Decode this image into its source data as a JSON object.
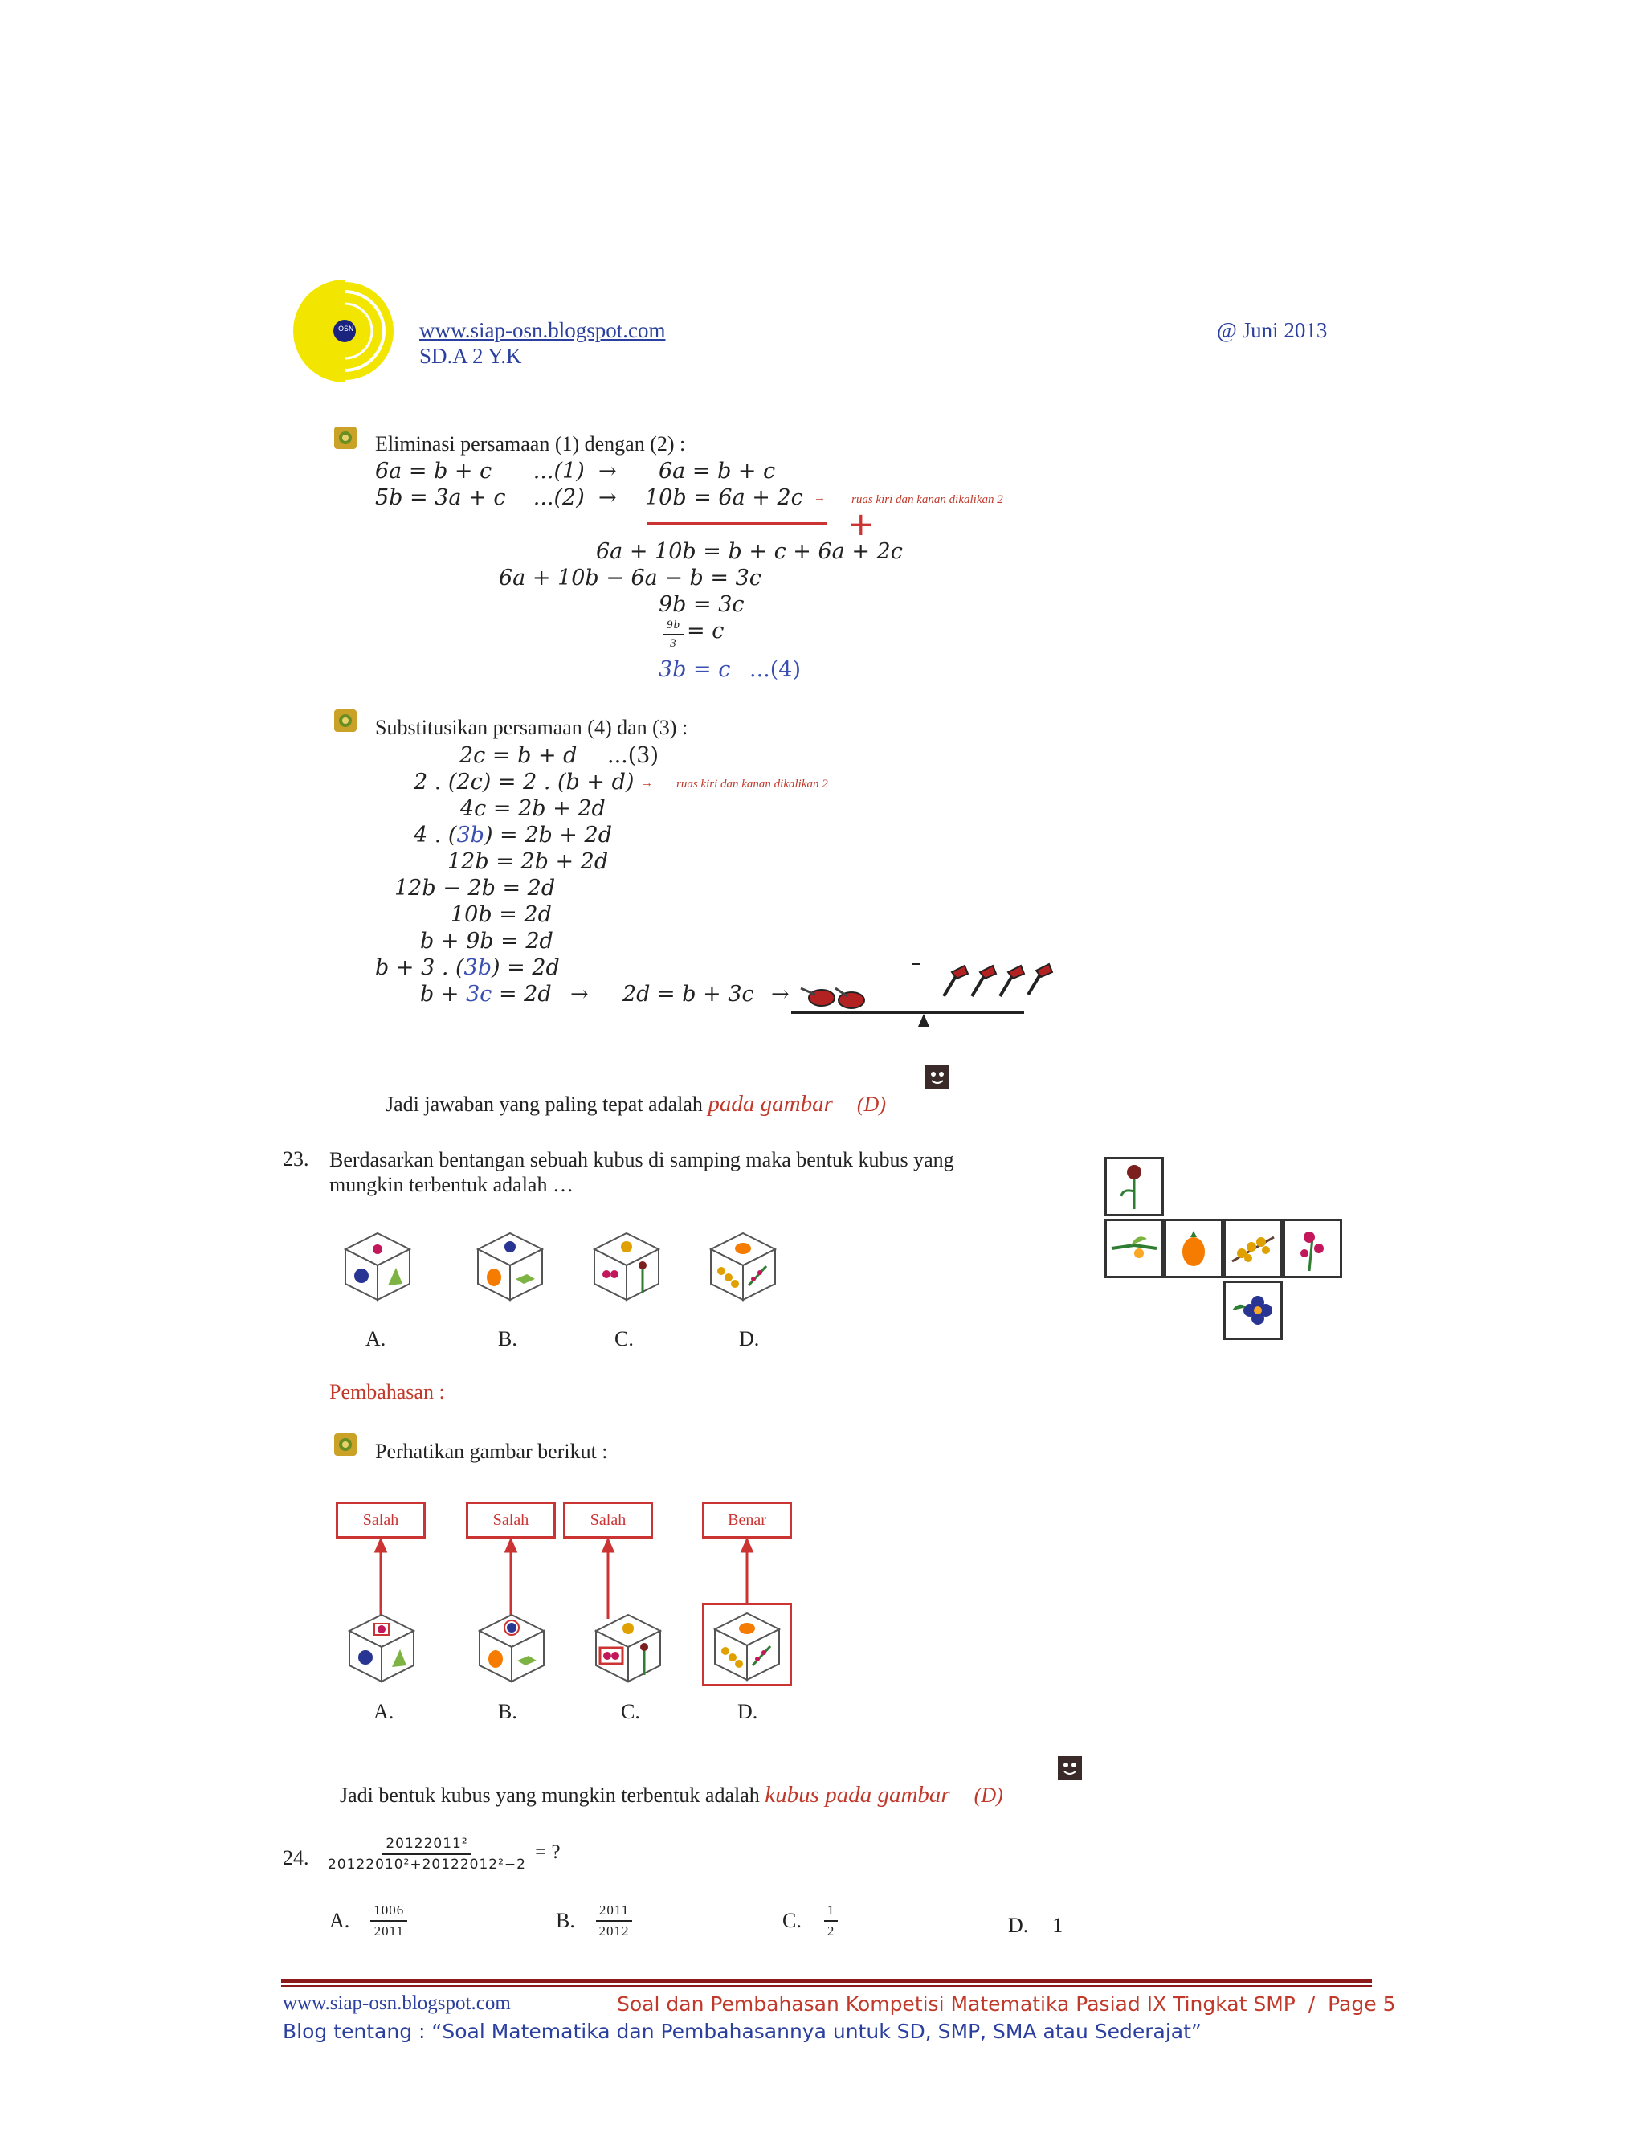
{
  "header": {
    "url": "www.siap-osn.blogspot.com",
    "subtitle": "SD.A 2 Y.K",
    "date": "@ Juni 2013",
    "logo_text": "OSN"
  },
  "section1": {
    "intro": "Eliminasi persamaan (1) dengan (2) :",
    "lines": [
      "6a = b + c      ...(1)",
      "5b = 3a + c    ...(2)"
    ],
    "arrow": "→",
    "rhs": [
      "6a = b + c",
      "10b = 6a + 2c"
    ],
    "note": "ruas kiri dan kanan dikalikan 2",
    "note_arrow": "→",
    "plus": "+",
    "steps": [
      "6a + 10b = b + c + 6a + 2c",
      "6a + 10b − 6a − b = 3c",
      "9b = 3c"
    ],
    "frac_num": "9b",
    "frac_den": "3",
    "frac_rhs": "= c",
    "result": "3b = c",
    "result_tag": "...(4)"
  },
  "section2": {
    "intro": "Substitusikan persamaan (4) dan (3) :",
    "lines": [
      {
        "text": "2c = b + d",
        "tag": "...(3)"
      },
      {
        "pre": "2 . (2c) = 2 . (b + d)",
        "note": "ruas kiri dan kanan dikalikan 2"
      },
      {
        "text": "4c = 2b + 2d"
      },
      {
        "pre": "4 . (",
        "blue": "3b",
        "post": ") = 2b + 2d"
      },
      {
        "text": "12b = 2b + 2d"
      },
      {
        "text": "12b − 2b = 2d"
      },
      {
        "text": "10b = 2d"
      },
      {
        "text": "b + 9b = 2d"
      },
      {
        "pre": "b + 3 . (",
        "blue": "3b",
        "post": ") = 2d"
      },
      {
        "pre": "b + ",
        "blue": "3c",
        "post": " = 2d"
      }
    ],
    "final_rhs": "2d = b + 3c",
    "conclusion": "Jadi jawaban yang paling tepat adalah ",
    "answer_text": "pada gambar",
    "answer_letter": "(D)"
  },
  "q23": {
    "number": "23.",
    "question": "Berdasarkan bentangan sebuah kubus di samping maka bentuk kubus yang\nmungkin terbentuk adalah …",
    "options": [
      "A.",
      "B.",
      "C.",
      "D."
    ],
    "pembahasan": "Pembahasan :",
    "perhatikan": "Perhatikan gambar berikut :",
    "verdicts": [
      "Salah",
      "Salah",
      "Salah",
      "Benar"
    ],
    "conclusion": "Jadi bentuk kubus yang mungkin terbentuk adalah ",
    "answer_text": "kubus pada gambar",
    "answer_letter": "(D)"
  },
  "q24": {
    "number": "24.",
    "num": "20122011²",
    "den": "20122010²+20122012²−2",
    "rhs": "= ?",
    "options": [
      {
        "label": "A.",
        "num": "1006",
        "den": "2011"
      },
      {
        "label": "B.",
        "num": "2011",
        "den": "2012"
      },
      {
        "label": "C.",
        "num": "1",
        "den": "2"
      },
      {
        "label": "D.",
        "value": "1"
      }
    ]
  },
  "footer": {
    "url": "www.siap-osn.blogspot.com",
    "title": "Soal dan Pembahasan Kompetisi Matematika Pasiad IX Tingkat SMP  /  Page 5",
    "blog": "Blog tentang : “Soal Matematika dan Pembahasannya untuk SD, SMP, SMA atau Sederajat”"
  },
  "colors": {
    "accent_red": "#c0392b",
    "accent_blue": "#3a4fb0",
    "logo_yellow": "#f2e600",
    "footer_rule": "#8b1a1a"
  }
}
